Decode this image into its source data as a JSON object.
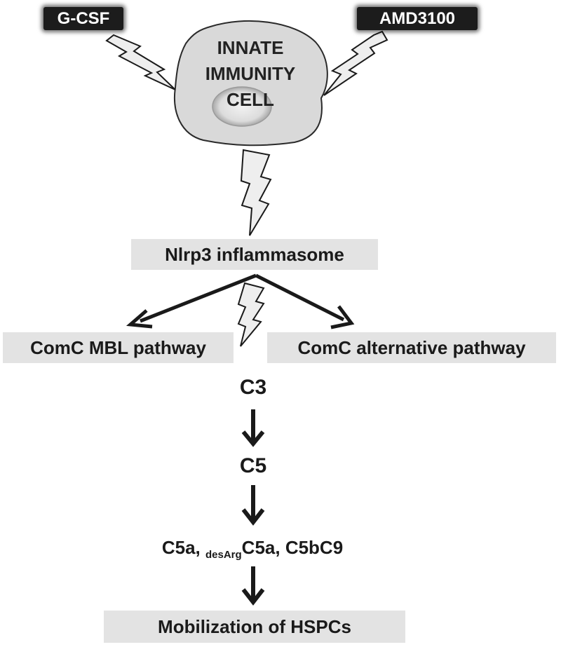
{
  "stimuli": {
    "left": "G-CSF",
    "right": "AMD3100"
  },
  "cell": {
    "line1": "INNATE",
    "line2": "IMMUNITY",
    "line3": "CELL"
  },
  "inflammasome": "Nlrp3 inflammasome",
  "pathways": {
    "mbl": "ComC MBL pathway",
    "alternative": "ComC alternative pathway"
  },
  "cascade": {
    "c3": "C3",
    "c5": "C5",
    "products": {
      "c5a": "C5a,",
      "sub": "desArg",
      "c5a_desarg": "C5a, C5bC9"
    }
  },
  "outcome": "Mobilization of HSPCs",
  "colors": {
    "box_fill": "#e3e3e3",
    "cell_fill": "#d9d9d9",
    "stimulus_fill": "#1c1c1c",
    "arrow": "#1a1a1a"
  }
}
